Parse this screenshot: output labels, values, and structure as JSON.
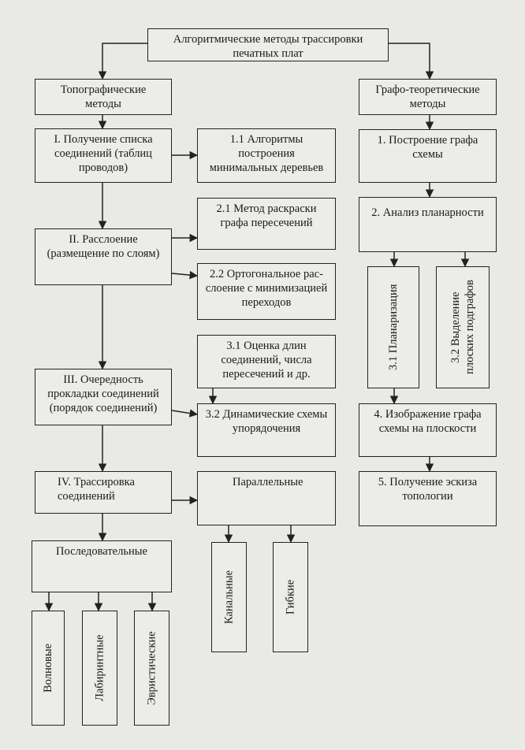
{
  "nodes": {
    "root": "Алгоритмические методы трассировки\nпечатных плат",
    "topo": "Топографические\nметоды",
    "graph": "Графо-теоретические\nметоды",
    "step1": "I. Получение списка\nсоединений (таблиц\nпроводов)",
    "step1_1": "1.1 Алгоритмы\nпостроения\nминимальных деревьев",
    "step2": "II.  Расслоение\n(размещение по слоям)",
    "step2_1": "2.1 Метод раскраски\nграфа пересечений",
    "step2_2": "2.2 Ортогональное рас-\nслоение с минимизацией\nпереходов",
    "step3": "III. Очередность\nпрокладки соединений\n(порядок соединений)",
    "step3_1": "3.1 Оценка длин\nсоединений, числа\nпересечений и др.",
    "step3_2": "3.2 Динамические схемы\nупорядочения",
    "step4": "IV. Трассировка\nсоединений",
    "parallel": "Параллельные",
    "sequential": "Последовательные",
    "wave": "Волновые",
    "labyrinth": "Лабиринтные",
    "heuristic": "Эвристические",
    "channel": "Канальные",
    "flexible": "Гибкие",
    "g1": "1. Построение графа\nсхемы",
    "g2": "2. Анализ планарности",
    "g3_1": "3.1 Планаризация",
    "g3_2": "3.2 Выделение\nплоских подграфов",
    "g4": "4. Изображение графа\nсхемы на плоскости",
    "g5": "5. Получение эскиза\nтопологии"
  }
}
